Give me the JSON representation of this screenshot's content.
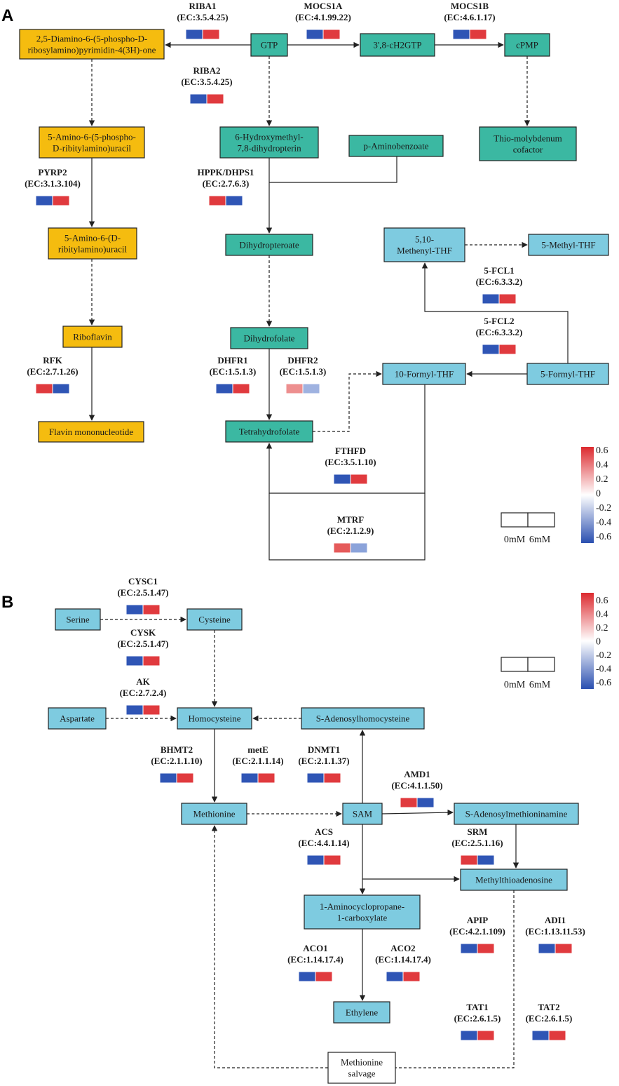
{
  "panels": [
    "A",
    "B"
  ],
  "colors": {
    "yellow": "#f5bc0f",
    "teal": "#3bb8a2",
    "lightblue": "#7ecbe0",
    "white": "#ffffff",
    "up": "#e03a3e",
    "down": "#2f55b5"
  },
  "nodes": [
    {
      "id": "diaminop",
      "panel": "A",
      "color": "yellow",
      "lines": [
        "2,5-Diamino-6-(5-phospho-D-",
        "ribosylamino)pyrimidin-4(3H)-one"
      ]
    },
    {
      "id": "gtp",
      "panel": "A",
      "color": "teal",
      "lines": [
        "GTP"
      ]
    },
    {
      "id": "ch2gtp",
      "panel": "A",
      "color": "teal",
      "lines": [
        "3',8-cH2GTP"
      ]
    },
    {
      "id": "cpmp",
      "panel": "A",
      "color": "teal",
      "lines": [
        "cPMP"
      ]
    },
    {
      "id": "aminoP",
      "panel": "A",
      "color": "yellow",
      "lines": [
        "5-Amino-6-(5-phospho-",
        "D-ribitylamino)uracil"
      ]
    },
    {
      "id": "hydroxymethyl",
      "panel": "A",
      "color": "teal",
      "lines": [
        "6-Hydroxymethyl-",
        "7,8-dihydropterin"
      ]
    },
    {
      "id": "pab",
      "panel": "A",
      "color": "teal",
      "lines": [
        "p-Aminobenzoate"
      ]
    },
    {
      "id": "moco",
      "panel": "A",
      "color": "teal",
      "lines": [
        "Thio-molybdenum",
        "cofactor"
      ]
    },
    {
      "id": "aminoD",
      "panel": "A",
      "color": "yellow",
      "lines": [
        "5-Amino-6-(D-",
        "ribitylamino)uracil"
      ]
    },
    {
      "id": "dhp",
      "panel": "A",
      "color": "teal",
      "lines": [
        "Dihydropteroate"
      ]
    },
    {
      "id": "methenyl",
      "panel": "A",
      "color": "lightblue",
      "lines": [
        "5,10-",
        "Methenyl-THF"
      ]
    },
    {
      "id": "methyl",
      "panel": "A",
      "color": "lightblue",
      "lines": [
        "5-Methyl-THF"
      ]
    },
    {
      "id": "riboflavin",
      "panel": "A",
      "color": "yellow",
      "lines": [
        "Riboflavin"
      ]
    },
    {
      "id": "dhf",
      "panel": "A",
      "color": "teal",
      "lines": [
        "Dihydrofolate"
      ]
    },
    {
      "id": "formyl10",
      "panel": "A",
      "color": "lightblue",
      "lines": [
        "10-Formyl-THF"
      ]
    },
    {
      "id": "formyl5",
      "panel": "A",
      "color": "lightblue",
      "lines": [
        "5-Formyl-THF"
      ]
    },
    {
      "id": "fmn",
      "panel": "A",
      "color": "yellow",
      "lines": [
        "Flavin mononucleotide"
      ]
    },
    {
      "id": "thf",
      "panel": "A",
      "color": "teal",
      "lines": [
        "Tetrahydrofolate"
      ]
    },
    {
      "id": "serine",
      "panel": "B",
      "color": "lightblue",
      "lines": [
        "Serine"
      ]
    },
    {
      "id": "cysteine",
      "panel": "B",
      "color": "lightblue",
      "lines": [
        "Cysteine"
      ]
    },
    {
      "id": "aspartate",
      "panel": "B",
      "color": "lightblue",
      "lines": [
        "Aspartate"
      ]
    },
    {
      "id": "homocys",
      "panel": "B",
      "color": "lightblue",
      "lines": [
        "Homocysteine"
      ]
    },
    {
      "id": "sah",
      "panel": "B",
      "color": "lightblue",
      "lines": [
        "S-Adenosylhomocysteine"
      ]
    },
    {
      "id": "methionine",
      "panel": "B",
      "color": "lightblue",
      "lines": [
        "Methionine"
      ]
    },
    {
      "id": "sam",
      "panel": "B",
      "color": "lightblue",
      "lines": [
        "SAM"
      ]
    },
    {
      "id": "samine",
      "panel": "B",
      "color": "lightblue",
      "lines": [
        "S-Adenosylmethioninamine"
      ]
    },
    {
      "id": "mta",
      "panel": "B",
      "color": "lightblue",
      "lines": [
        "Methylthioadenosine"
      ]
    },
    {
      "id": "acc",
      "panel": "B",
      "color": "lightblue",
      "lines": [
        "1-Aminocyclopropane-",
        "1-carboxylate"
      ]
    },
    {
      "id": "ethylene",
      "panel": "B",
      "color": "lightblue",
      "lines": [
        "Ethylene"
      ]
    },
    {
      "id": "salvage",
      "panel": "B",
      "color": "white",
      "lines": [
        "Methionine",
        "salvage"
      ]
    }
  ],
  "enzymes": [
    {
      "id": "riba1",
      "name": "RIBA1",
      "ec": "(EC:3.5.4.25)",
      "cells": [
        "down",
        "up"
      ]
    },
    {
      "id": "riba2",
      "name": "RIBA2",
      "ec": "(EC:3.5.4.25)",
      "cells": [
        "down",
        "up"
      ]
    },
    {
      "id": "mocs1a",
      "name": "MOCS1A",
      "ec": "(EC:4.1.99.22)",
      "cells": [
        "down",
        "up"
      ]
    },
    {
      "id": "mocs1b",
      "name": "MOCS1B",
      "ec": "(EC:4.6.1.17)",
      "cells": [
        "down",
        "up"
      ]
    },
    {
      "id": "pyrp2",
      "name": "PYRP2",
      "ec": "(EC:3.1.3.104)",
      "cells": [
        "down",
        "up"
      ]
    },
    {
      "id": "hppk",
      "name": "HPPK/DHPS1",
      "ec": "(EC:2.7.6.3)",
      "cells": [
        "up",
        "down"
      ]
    },
    {
      "id": "fcl1",
      "name": "5-FCL1",
      "ec": "(EC:6.3.3.2)",
      "cells": [
        "down",
        "up"
      ]
    },
    {
      "id": "fcl2",
      "name": "5-FCL2",
      "ec": "(EC:6.3.3.2)",
      "cells": [
        "down",
        "up"
      ]
    },
    {
      "id": "rfk",
      "name": "RFK",
      "ec": "(EC:2.7.1.26)",
      "cells": [
        "up",
        "down"
      ]
    },
    {
      "id": "dhfr1",
      "name": "DHFR1",
      "ec": "(EC:1.5.1.3)",
      "cells": [
        "down",
        "up"
      ]
    },
    {
      "id": "dhfr2",
      "name": "DHFR2",
      "ec": "(EC:1.5.1.3)",
      "cells": [
        "#ed8f8f",
        "#9fb2e0"
      ]
    },
    {
      "id": "fthfd",
      "name": "FTHFD",
      "ec": "(EC:3.5.1.10)",
      "cells": [
        "down",
        "up"
      ]
    },
    {
      "id": "mtrf",
      "name": "MTRF",
      "ec": "(EC:2.1.2.9)",
      "cells": [
        "#e55a5a",
        "#8ba3da"
      ]
    },
    {
      "id": "cysc1",
      "name": "CYSC1",
      "ec": "(EC:2.5.1.47)",
      "cells": [
        "down",
        "up"
      ]
    },
    {
      "id": "cysk",
      "name": "CYSK",
      "ec": "(EC:2.5.1.47)",
      "cells": [
        "down",
        "up"
      ]
    },
    {
      "id": "ak",
      "name": "AK",
      "ec": "(EC:2.7.2.4)",
      "cells": [
        "down",
        "up"
      ]
    },
    {
      "id": "bhmt2",
      "name": "BHMT2",
      "ec": "(EC:2.1.1.10)",
      "cells": [
        "down",
        "up"
      ]
    },
    {
      "id": "mete",
      "name": "metE",
      "ec": "(EC:2.1.1.14)",
      "cells": [
        "down",
        "up"
      ]
    },
    {
      "id": "dnmt1",
      "name": "DNMT1",
      "ec": "(EC:2.1.1.37)",
      "cells": [
        "down",
        "up"
      ]
    },
    {
      "id": "amd1",
      "name": "AMD1",
      "ec": "(EC:4.1.1.50)",
      "cells": [
        "up",
        "down"
      ]
    },
    {
      "id": "srm",
      "name": "SRM",
      "ec": "(EC:2.5.1.16)",
      "cells": [
        "up",
        "down"
      ]
    },
    {
      "id": "acs",
      "name": "ACS",
      "ec": "(EC:4.4.1.14)",
      "cells": [
        "down",
        "up"
      ]
    },
    {
      "id": "apip",
      "name": "APIP",
      "ec": "(EC:4.2.1.109)",
      "cells": [
        "down",
        "up"
      ]
    },
    {
      "id": "adi1",
      "name": "ADI1",
      "ec": "(EC:1.13.11.53)",
      "cells": [
        "down",
        "up"
      ]
    },
    {
      "id": "aco1",
      "name": "ACO1",
      "ec": "(EC:1.14.17.4)",
      "cells": [
        "down",
        "up"
      ]
    },
    {
      "id": "aco2",
      "name": "ACO2",
      "ec": "(EC:1.14.17.4)",
      "cells": [
        "down",
        "up"
      ]
    },
    {
      "id": "tat1",
      "name": "TAT1",
      "ec": "(EC:2.6.1.5)",
      "cells": [
        "down",
        "up"
      ]
    },
    {
      "id": "tat2",
      "name": "TAT2",
      "ec": "(EC:2.6.1.5)",
      "cells": [
        "down",
        "up"
      ]
    }
  ],
  "legend": {
    "ticks": [
      "0.6",
      "0.4",
      "0.2",
      "0",
      "-0.2",
      "-0.4",
      "-0.6"
    ],
    "samples": [
      "0mM",
      "6mM"
    ]
  }
}
